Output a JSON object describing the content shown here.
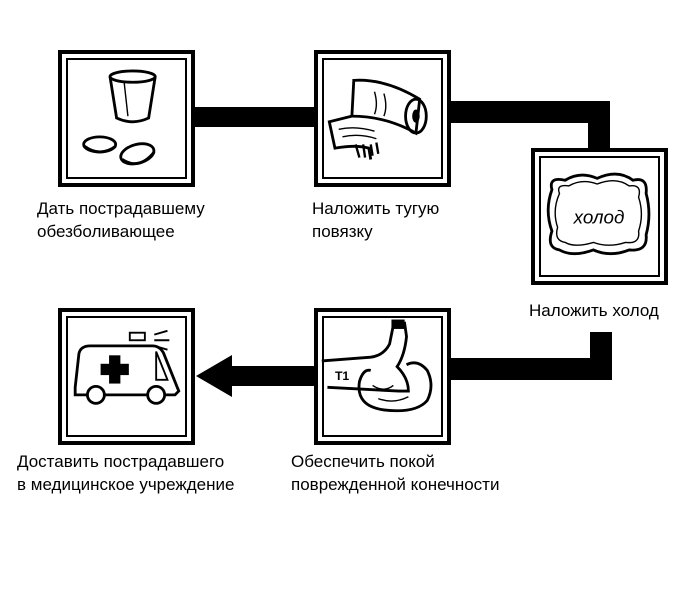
{
  "steps": [
    {
      "id": "painkiller",
      "lines": [
        "Дать пострадавшему",
        "обезболивающее"
      ],
      "icon": "cup-and-pills-icon"
    },
    {
      "id": "bandage",
      "lines": [
        "Наложить тугую",
        "повязку"
      ],
      "icon": "bandage-roll-icon"
    },
    {
      "id": "cold",
      "lines": [
        "Наложить холод"
      ],
      "icon": "cold-pack-icon",
      "icon_text": "холод"
    },
    {
      "id": "rest",
      "lines": [
        "Обеспечить покой",
        "поврежденной конечности"
      ],
      "icon": "immobilized-limb-icon",
      "icon_text": "Т1"
    },
    {
      "id": "transport",
      "lines": [
        "Доставить пострадавшего",
        "в медицинское учреждение"
      ],
      "icon": "ambulance-icon"
    }
  ],
  "colors": {
    "line": "#000000",
    "background": "#ffffff"
  }
}
